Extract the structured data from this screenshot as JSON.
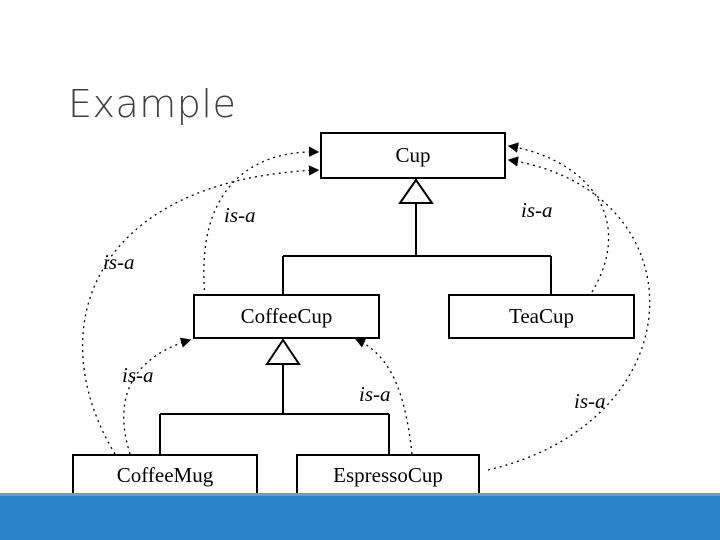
{
  "slide": {
    "title": "Example"
  },
  "classes": {
    "cup": "Cup",
    "coffee_cup": "CoffeeCup",
    "tea_cup": "TeaCup",
    "coffee_mug": "CoffeeMug",
    "espresso_cup": "EspressoCup"
  },
  "relations": [
    "is-a",
    "is-a",
    "is-a",
    "is-a",
    "is-a",
    "is-a"
  ],
  "colors": {
    "footer": "#2a84c9",
    "title": "#3f3f3f",
    "lines": "#000000"
  }
}
